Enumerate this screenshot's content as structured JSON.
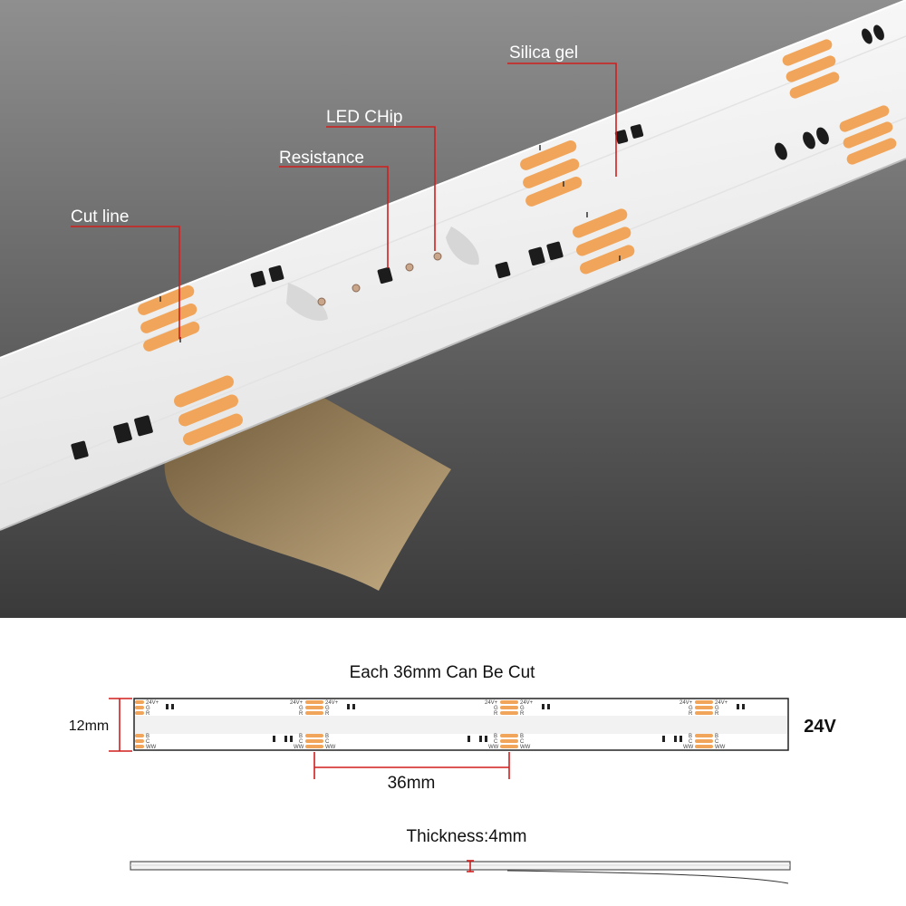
{
  "callouts": {
    "silica_gel": "Silica gel",
    "led_chip": "LED CHip",
    "resistance": "Resistance",
    "cut_line": "Cut line"
  },
  "dimensions": {
    "cut_title": "Each 36mm Can Be Cut",
    "width_label": "12mm",
    "voltage": "24V",
    "segment_label": "36mm",
    "thickness_title": "Thickness:4mm"
  },
  "pad_labels": {
    "top": [
      "24V+",
      "G",
      "R"
    ],
    "bottom": [
      "B",
      "C",
      "WW"
    ]
  },
  "colors": {
    "background_top": "#8f8f8f",
    "background_bottom": "#3a3a3a",
    "strip": "#f1f1f1",
    "solder_pad": "#f0a55a",
    "callout_line": "#d11f1f",
    "adhesive_tape": "#a78f68"
  }
}
